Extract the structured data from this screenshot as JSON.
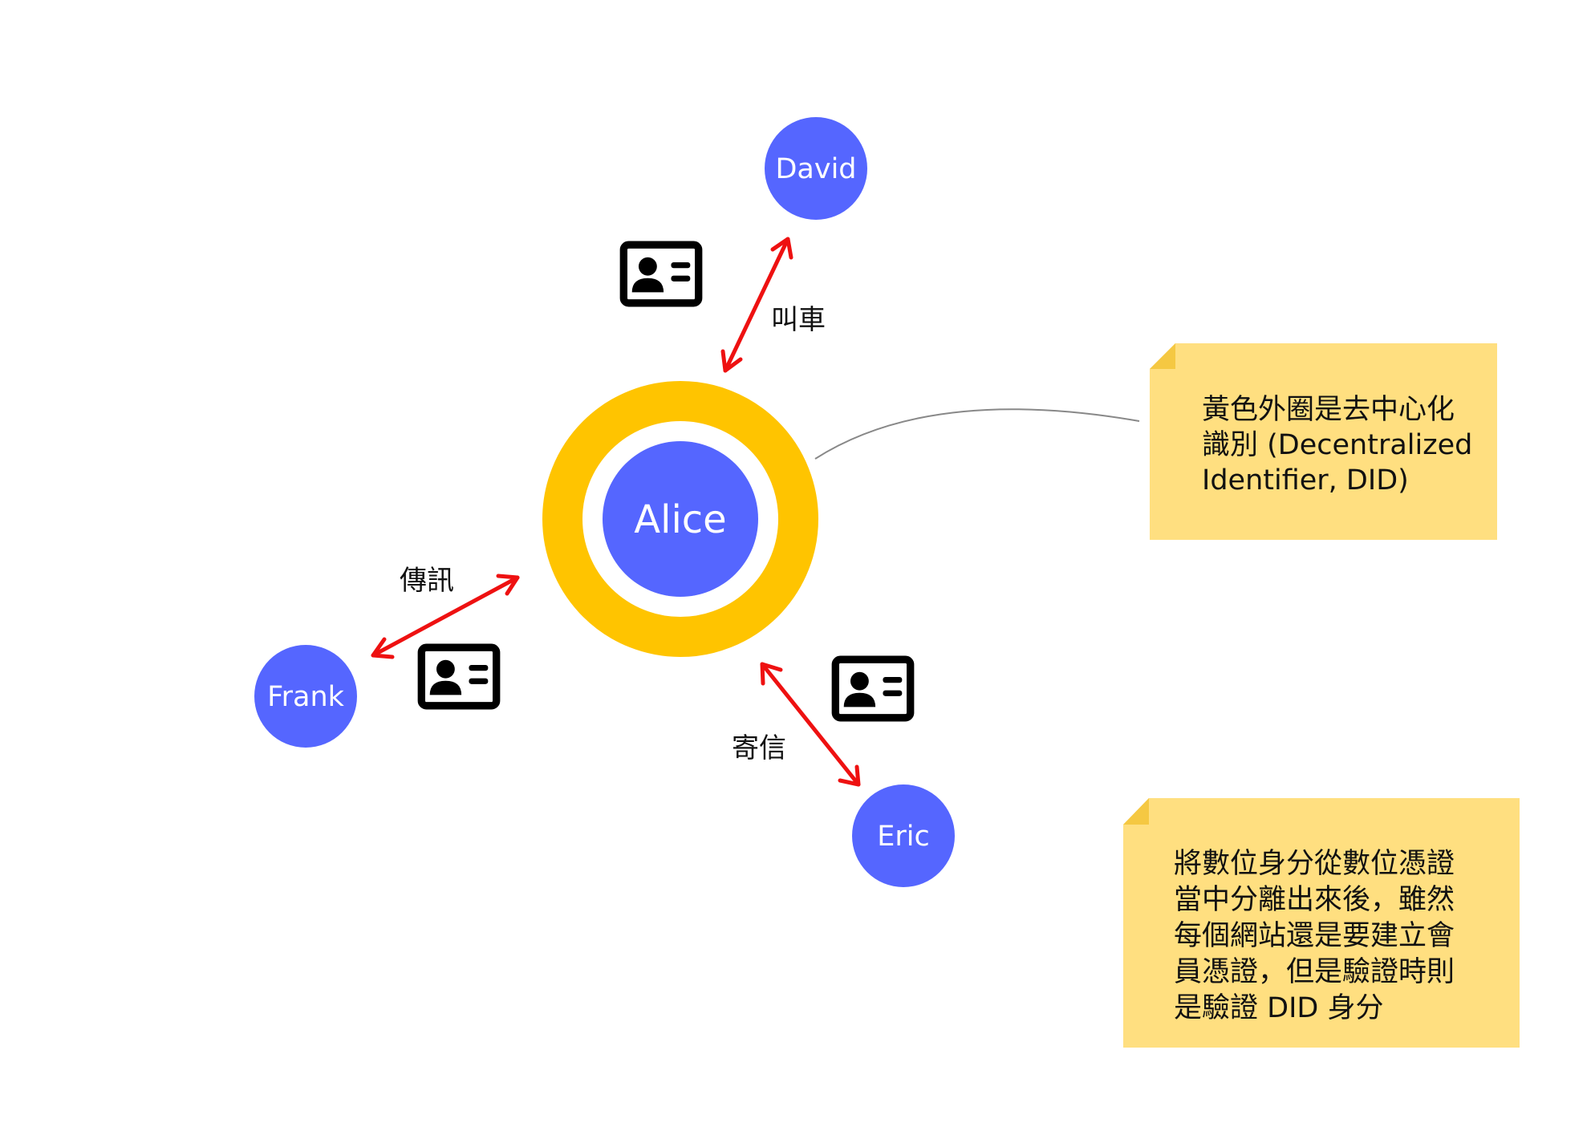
{
  "colors": {
    "node_fill": "#5566ff",
    "did_ring": "#ffc400",
    "arrow": "#ee1111",
    "note_fill": "#ffdf80",
    "note_fold": "#f5c842",
    "connector": "#888888",
    "icon": "#000000"
  },
  "nodes": {
    "center": {
      "name": "Alice"
    },
    "top": {
      "name": "David"
    },
    "left": {
      "name": "Frank"
    },
    "bottom": {
      "name": "Eric"
    }
  },
  "edges": {
    "to_david": {
      "label": "叫車",
      "icon": "id-card-icon"
    },
    "to_frank": {
      "label": "傳訊",
      "icon": "id-card-icon"
    },
    "to_eric": {
      "label": "寄信",
      "icon": "id-card-icon"
    }
  },
  "notes": {
    "did_note": {
      "lines": [
        "黃色外圈是去中心化",
        "識別 (Decentralized",
        "Identifier, DID)"
      ]
    },
    "summary_note": {
      "lines": [
        "將數位身分從數位憑證",
        "當中分離出來後，雖然",
        "每個網站還是要建立會",
        "員憑證，但是驗證時則",
        "是驗證 DID 身分"
      ]
    }
  }
}
